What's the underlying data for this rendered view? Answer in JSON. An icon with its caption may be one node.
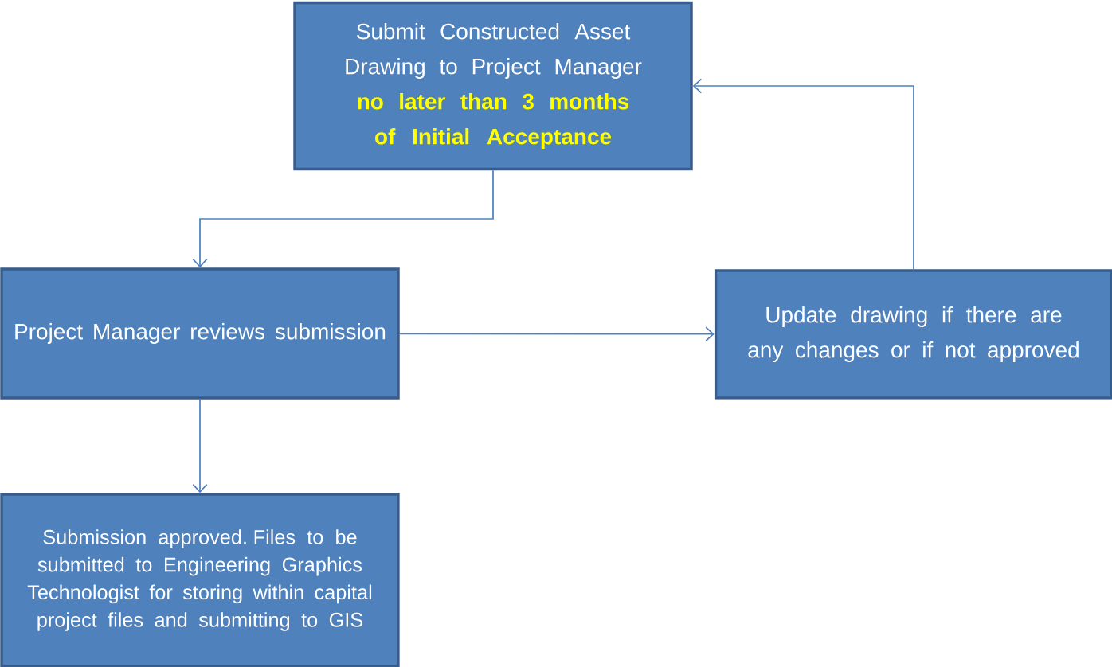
{
  "diagram": {
    "nodes": [
      {
        "text": [
          "Submit Constructed Asset Drawing to Project Manager",
          "no later than 3 months of Initial Acceptance"
        ]
      },
      {
        "text": [
          "Project Manager reviews submission"
        ]
      },
      {
        "text": [
          "Update drawing if there are any changes or if not approved"
        ]
      },
      {
        "text": [
          "Submission approved. Files to be submitted to Engineering Graphics Technologist for storing within capital project files and submitting to GIS"
        ]
      }
    ],
    "edges": [
      {
        "from": 0,
        "to": 1,
        "arrow": "to"
      },
      {
        "from": 1,
        "to": 2,
        "arrow": "to"
      },
      {
        "from": 1,
        "to": 3,
        "arrow": "to"
      },
      {
        "from": 2,
        "to": 0,
        "arrow": "to"
      }
    ]
  }
}
